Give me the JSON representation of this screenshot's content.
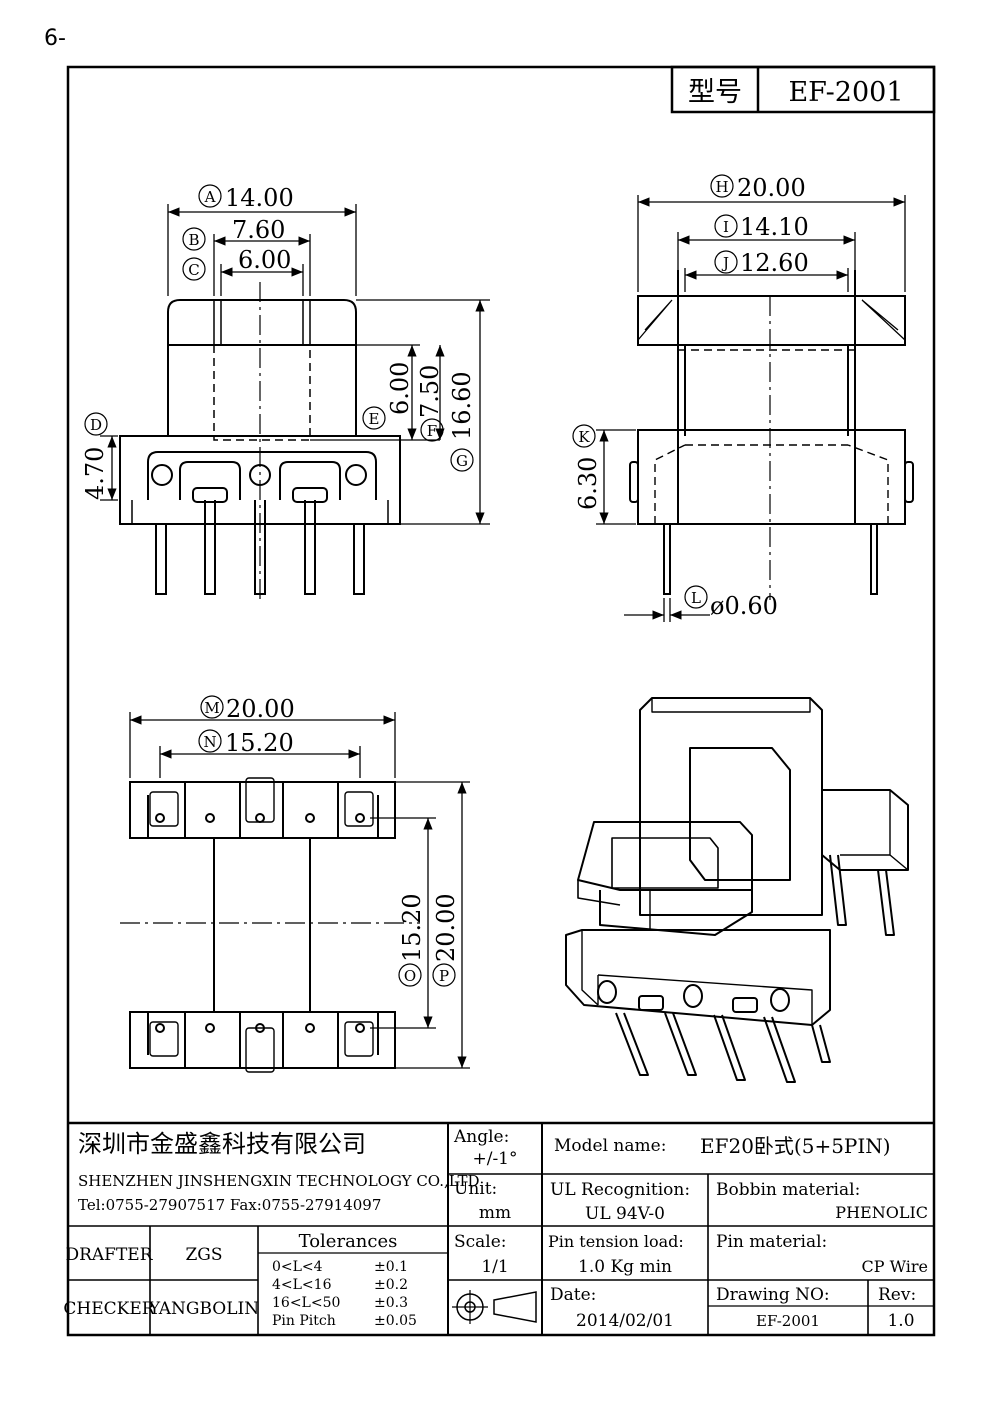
{
  "page_number": "6-",
  "model_header": {
    "label": "型号",
    "value": "EF-2001"
  },
  "dimensions": {
    "A": "14.00",
    "B": "7.60",
    "C": "6.00",
    "D": "4.70",
    "E": "6.00",
    "F": "7.50",
    "G": "16.60",
    "H": "20.00",
    "I": "14.10",
    "J": "12.60",
    "K": "6.30",
    "L": "ø0.60",
    "M": "20.00",
    "N": "15.20",
    "O": "15.20",
    "P": "20.00"
  },
  "title_block": {
    "company_cn": "深圳市金盛鑫科技有限公司",
    "company_en": "SHENZHEN JINSHENGXIN TECHNOLOGY CO.,LTD",
    "contact": "Tel:0755-27907517   Fax:0755-27914097",
    "drafter_label": "DRAFTER",
    "drafter": "ZGS",
    "checker_label": "CHECKER",
    "checker": "YANGBOLIN",
    "tolerances_label": "Tolerances",
    "tolerances": [
      {
        "range": "0<L<4",
        "value": "±0.1"
      },
      {
        "range": "4<L<16",
        "value": "±0.2"
      },
      {
        "range": "16<L<50",
        "value": "±0.3"
      },
      {
        "range": "Pin Pitch",
        "value": "±0.05"
      }
    ],
    "angle_label": "Angle:",
    "angle": "+/-1°",
    "unit_label": "Unit:",
    "unit": "mm",
    "scale_label": "Scale:",
    "scale": "1/1",
    "model_name_label": "Model name:",
    "model_name": "EF20卧式(5+5PIN)",
    "ul_label": "UL Recognition:",
    "ul": "UL 94V-0",
    "bobbin_label": "Bobbin material:",
    "bobbin": "PHENOLIC",
    "pin_tension_label": "Pin tension load:",
    "pin_tension": "1.0 Kg min",
    "pin_material_label": "Pin material:",
    "pin_material": "CP Wire",
    "date_label": "Date:",
    "date": "2014/02/01",
    "drawing_no_label": "Drawing NO:",
    "drawing_no": "EF-2001",
    "rev_label": "Rev:",
    "rev": "1.0"
  }
}
